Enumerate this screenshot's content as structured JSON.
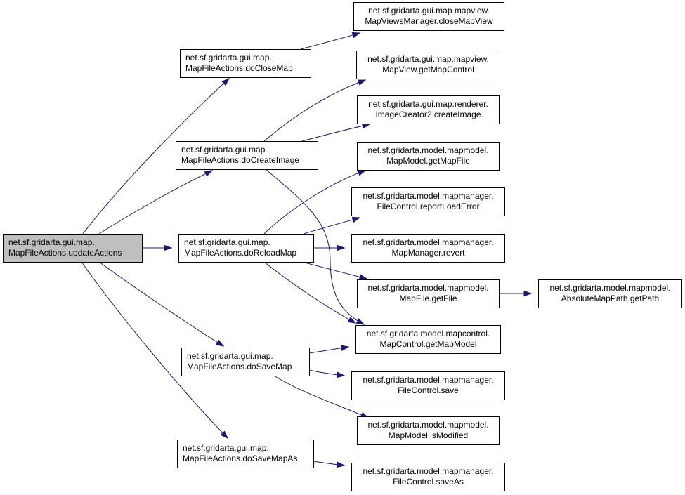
{
  "title": "Call graph for net.sf.gridarta.gui.map.MapFileActions.updateActions",
  "colors": {
    "edge": "#191970",
    "root_fill": "#bfbfbf",
    "node_fill": "#ffffff",
    "node_border": "#000000"
  },
  "nodes": [
    {
      "id": "updateActions",
      "line1": "net.sf.gridarta.gui.map.",
      "line2": "MapFileActions.updateActions",
      "root": true,
      "align": "left"
    },
    {
      "id": "doCloseMap",
      "line1": "net.sf.gridarta.gui.map.",
      "line2": "MapFileActions.doCloseMap",
      "align": "left"
    },
    {
      "id": "doCreateImage",
      "line1": "net.sf.gridarta.gui.map.",
      "line2": "MapFileActions.doCreateImage",
      "align": "left"
    },
    {
      "id": "doReloadMap",
      "line1": "net.sf.gridarta.gui.map.",
      "line2": "MapFileActions.doReloadMap",
      "align": "left"
    },
    {
      "id": "doSaveMap",
      "line1": "net.sf.gridarta.gui.map.",
      "line2": "MapFileActions.doSaveMap",
      "align": "left"
    },
    {
      "id": "doSaveMapAs",
      "line1": "net.sf.gridarta.gui.map.",
      "line2": "MapFileActions.doSaveMapAs",
      "align": "left"
    },
    {
      "id": "closeMapView",
      "line1": "net.sf.gridarta.gui.map.mapview.",
      "line2": "MapViewsManager.closeMapView",
      "align": "center"
    },
    {
      "id": "getMapControl",
      "line1": "net.sf.gridarta.gui.map.mapview.",
      "line2": "MapView.getMapControl",
      "align": "center"
    },
    {
      "id": "createImage",
      "line1": "net.sf.gridarta.gui.map.renderer.",
      "line2": "ImageCreator2.createImage",
      "align": "center"
    },
    {
      "id": "getMapFile",
      "line1": "net.sf.gridarta.model.mapmodel.",
      "line2": "MapModel.getMapFile",
      "align": "center"
    },
    {
      "id": "reportLoadError",
      "line1": "net.sf.gridarta.model.mapmanager.",
      "line2": "FileControl.reportLoadError",
      "align": "center"
    },
    {
      "id": "revert",
      "line1": "net.sf.gridarta.model.mapmanager.",
      "line2": "MapManager.revert",
      "align": "center"
    },
    {
      "id": "getFile",
      "line1": "net.sf.gridarta.model.mapmodel.",
      "line2": "MapFile.getFile",
      "align": "center"
    },
    {
      "id": "getMapModel",
      "line1": "net.sf.gridarta.model.mapcontrol.",
      "line2": "MapControl.getMapModel",
      "align": "center"
    },
    {
      "id": "save",
      "line1": "net.sf.gridarta.model.mapmanager.",
      "line2": "FileControl.save",
      "align": "center"
    },
    {
      "id": "isModified",
      "line1": "net.sf.gridarta.model.mapmodel.",
      "line2": "MapModel.isModified",
      "align": "center"
    },
    {
      "id": "saveAs",
      "line1": "net.sf.gridarta.model.mapmanager.",
      "line2": "FileControl.saveAs",
      "align": "center"
    },
    {
      "id": "getPath",
      "line1": "net.sf.gridarta.model.mapmodel.",
      "line2": "AbsoluteMapPath.getPath",
      "align": "center"
    }
  ],
  "edges": [
    {
      "from": "updateActions",
      "to": "doCloseMap"
    },
    {
      "from": "updateActions",
      "to": "doCreateImage"
    },
    {
      "from": "updateActions",
      "to": "doReloadMap"
    },
    {
      "from": "updateActions",
      "to": "doSaveMap"
    },
    {
      "from": "updateActions",
      "to": "doSaveMapAs"
    },
    {
      "from": "doCloseMap",
      "to": "closeMapView"
    },
    {
      "from": "doCreateImage",
      "to": "getMapControl"
    },
    {
      "from": "doCreateImage",
      "to": "createImage"
    },
    {
      "from": "doCreateImage",
      "to": "getMapModel"
    },
    {
      "from": "doReloadMap",
      "to": "getMapFile"
    },
    {
      "from": "doReloadMap",
      "to": "reportLoadError"
    },
    {
      "from": "doReloadMap",
      "to": "revert"
    },
    {
      "from": "doReloadMap",
      "to": "getFile"
    },
    {
      "from": "doReloadMap",
      "to": "getMapModel"
    },
    {
      "from": "getFile",
      "to": "getPath"
    },
    {
      "from": "doSaveMap",
      "to": "getMapModel"
    },
    {
      "from": "doSaveMap",
      "to": "save"
    },
    {
      "from": "doSaveMap",
      "to": "isModified"
    },
    {
      "from": "doSaveMapAs",
      "to": "saveAs"
    }
  ]
}
